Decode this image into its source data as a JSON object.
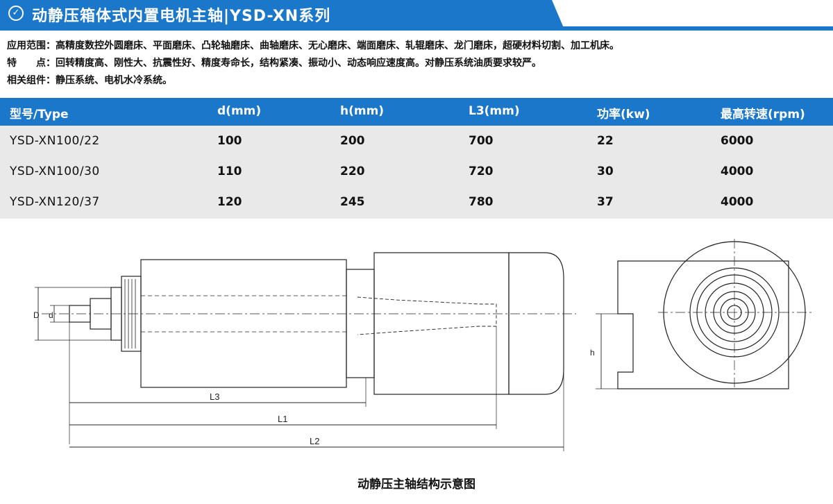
{
  "banner": {
    "icon": "chevron-down-circle-icon",
    "title": "动静压箱体式内置电机主轴|YSD-XN系列",
    "color": "#1b77c9"
  },
  "info": {
    "application_label": "应用范围：",
    "application_text": "高精度数控外圆磨床、平面磨床、凸轮轴磨床、曲轴磨床、无心磨床、端面磨床、轧辊磨床、龙门磨床，超硬材料切割、加工机床。",
    "features_label": "特　　点：",
    "features_text": "回转精度高、刚性大、抗震性好、精度寿命长，结构紧凑、振动小、动态响应速度高。对静压系统油质要求较严。",
    "components_label": "相关组件：",
    "components_text": "静压系统、电机水冷系统。"
  },
  "table": {
    "headers": [
      "型号/Type",
      "d(mm)",
      "h(mm)",
      "L3(mm)",
      "功率(kw)",
      "最高转速(rpm)"
    ],
    "rows": [
      [
        "YSD-XN100/22",
        "100",
        "200",
        "700",
        "22",
        "6000"
      ],
      [
        "YSD-XN100/30",
        "110",
        "220",
        "720",
        "30",
        "4000"
      ],
      [
        "YSD-XN120/37",
        "120",
        "245",
        "780",
        "37",
        "4000"
      ]
    ]
  },
  "drawing": {
    "labels": {
      "D": "D",
      "d": "d",
      "L3": "L3",
      "L1": "L1",
      "L2": "L2",
      "h": "h"
    }
  },
  "caption": "动静压主轴结构示意图"
}
